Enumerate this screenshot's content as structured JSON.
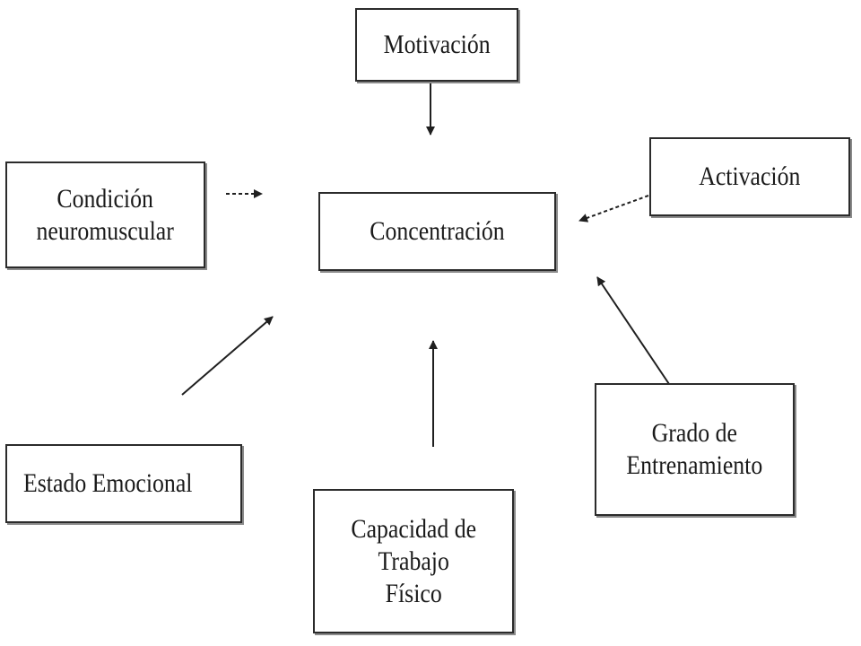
{
  "diagram": {
    "center": {
      "label": "Concentración"
    },
    "factors": {
      "motivacion": {
        "label": "Motivación"
      },
      "activacion": {
        "label": "Activación"
      },
      "condicion": {
        "label": "Condición\nneuromuscular"
      },
      "emocional": {
        "label": "Estado Emocional"
      },
      "capacidad": {
        "label": "Capacidad de\nTrabajo\nFísico"
      },
      "entrenamiento": {
        "label": "Grado de\nEntrenamiento"
      }
    },
    "colors": {
      "border": "#2b2b2b",
      "arrow": "#1f1f1f",
      "background": "#ffffff"
    }
  }
}
